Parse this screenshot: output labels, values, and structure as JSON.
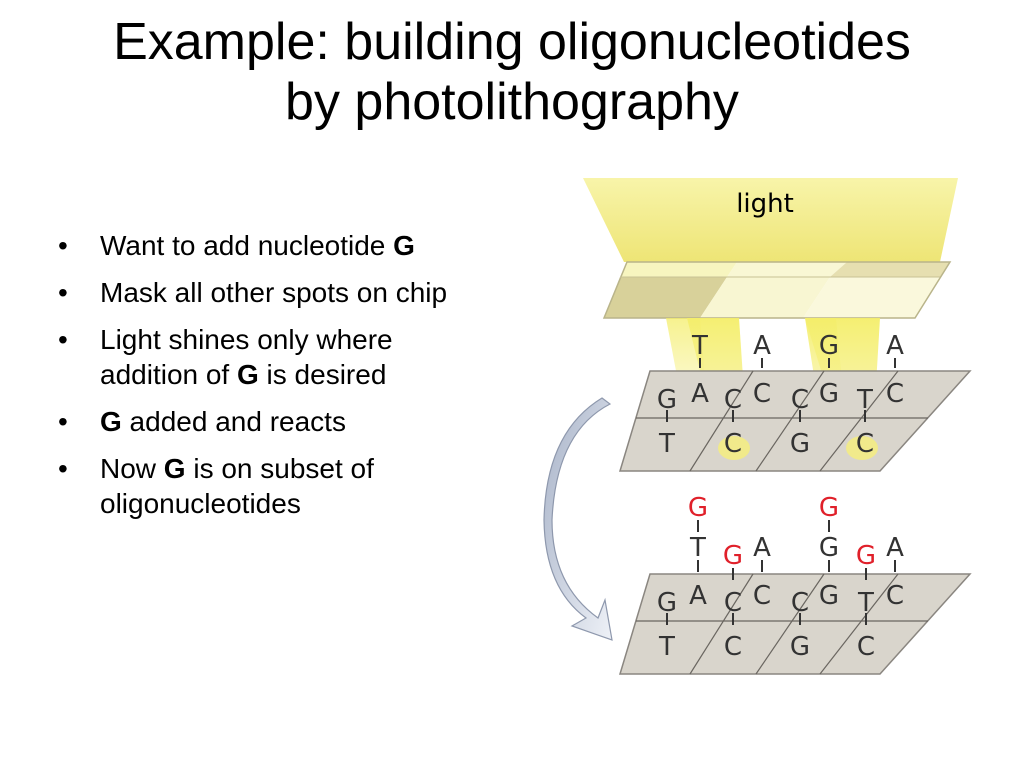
{
  "slide": {
    "title_line1": "Example: building oligonucleotides",
    "title_line2": "by photolithography"
  },
  "bullets": [
    {
      "pre": "Want to add nucleotide ",
      "bold": "G",
      "post": ""
    },
    {
      "pre": "Mask all other spots on chip",
      "bold": "",
      "post": ""
    },
    {
      "pre": "Light shines only where addition of ",
      "bold": "G",
      "post": " is desired"
    },
    {
      "pre": "",
      "bold": "G",
      "post": " added and reacts"
    },
    {
      "pre": "Now ",
      "bold": "G",
      "post": " is on subset of oligonucleotides"
    }
  ],
  "diagram": {
    "light_label": "light",
    "colors": {
      "light": "#f5f07a",
      "chip": "#d8d4cc",
      "new_nucleotide": "#e0202a",
      "arrow": "#c8d0e0"
    },
    "top_chip": {
      "row1": [
        "T",
        "A",
        "G",
        "A"
      ],
      "row2": [
        "G",
        "A",
        "C",
        "C",
        "C",
        "G",
        "T",
        "C"
      ],
      "row3": [
        "T",
        "C",
        "G",
        "C"
      ]
    },
    "bottom_chip": {
      "added": [
        "G",
        "G",
        "G",
        "G"
      ],
      "row1": [
        "T",
        "A",
        "G",
        "A"
      ],
      "row2": [
        "G",
        "A",
        "C",
        "C",
        "C",
        "G",
        "T",
        "C"
      ],
      "row3": [
        "T",
        "C",
        "G",
        "C"
      ]
    }
  }
}
